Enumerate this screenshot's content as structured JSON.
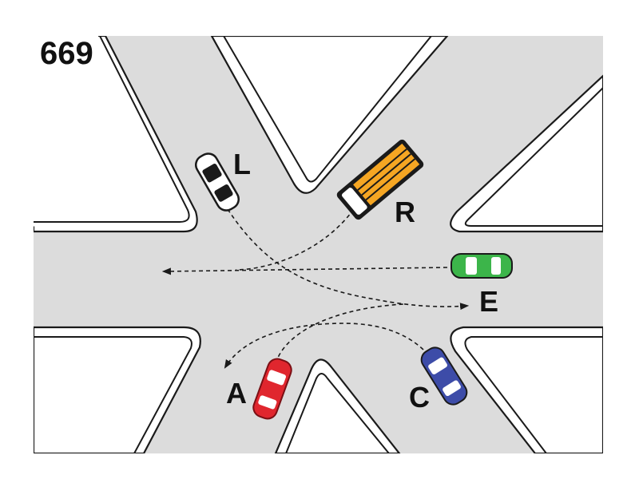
{
  "question_number": "669",
  "vehicles": {
    "L": {
      "label": "L",
      "color": "#1a1a1a"
    },
    "R": {
      "label": "R",
      "color": "#f5a623"
    },
    "E": {
      "label": "E",
      "color": "#3cb54a"
    },
    "A": {
      "label": "A",
      "color": "#e0262e"
    },
    "C": {
      "label": "C",
      "color": "#3d4ca8"
    }
  },
  "colors": {
    "road": "#dcdcdc",
    "curb": "#1a1a1a",
    "background": "#ffffff"
  }
}
